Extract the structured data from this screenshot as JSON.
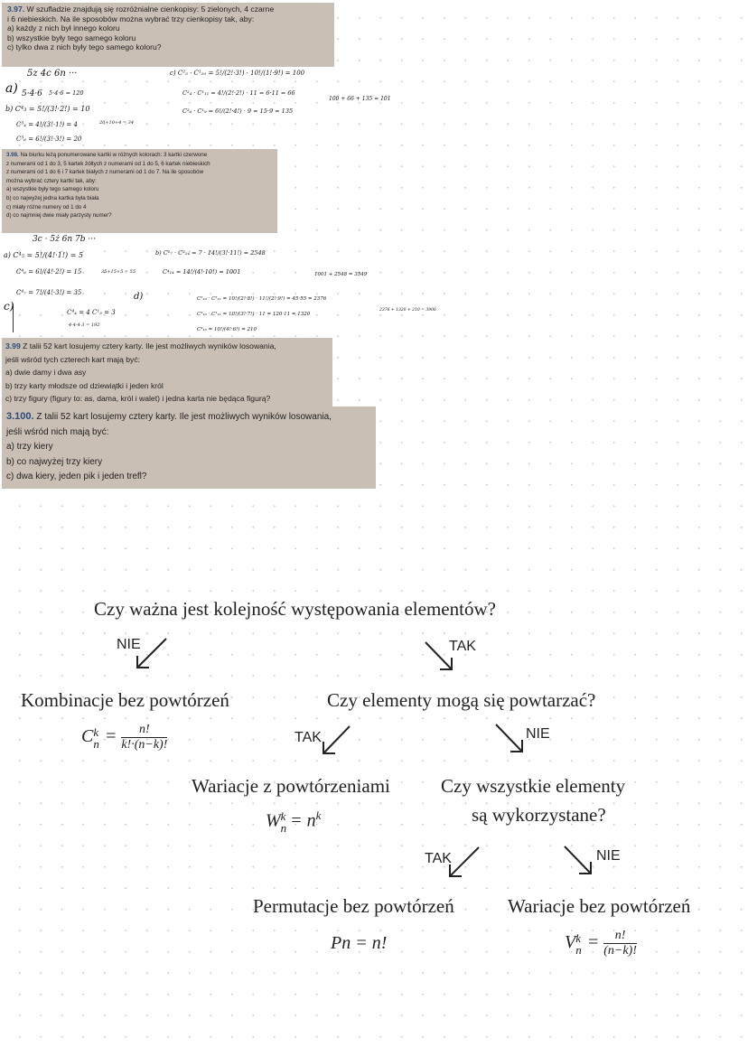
{
  "problems": {
    "p397": {
      "number": "3.97.",
      "lines": [
        "W szufladzie znajdują się rozróżnialne cienkopisy: 5 zielonych, 4 czarne",
        "i 6 niebieskich. Na ile sposobów można wybrać trzy cienkopisy tak, aby:",
        "a)  każdy z nich był innego koloru",
        "b)  wszystkie były tego samego koloru",
        "c)  tylko dwa z nich były tego samego koloru?"
      ]
    },
    "p398": {
      "number": "3.98.",
      "lines": [
        "Na biurku leżą ponumerowane kartki w różnych kolorach: 3 kartki czerwone",
        "z numerami od 1 do 3, 5 kartek żółtych z numerami od 1 do 5, 6 kartek niebieskich",
        "z numerami od 1 do 6 i 7 kartek białych z numerami od 1 do 7. Na ile sposobów",
        "można wybrać cztery kartki tak, aby:",
        "a)  wszystkie były tego samego koloru",
        "b)  co najwyżej jedna kartka była biała",
        "c)  miały różne numery od 1 do 4",
        "d)  co najmniej dwie miały parzysty numer?"
      ]
    },
    "p399": {
      "number": "3.99",
      "lines": [
        "Z talii 52 kart losujemy cztery karty. Ile jest możliwych wyników losowania,",
        "jeśli wśród tych czterech kart mają być:",
        "a)  dwie damy i dwa asy",
        "b)  trzy karty młodsze od dziewiątki i jeden król",
        "c)  trzy figury (figury to: as, dama, król i walet) i jedna karta nie będąca figurą?"
      ]
    },
    "p3100": {
      "number": "3.100.",
      "lines": [
        "Z talii 52 kart losujemy cztery karty. Ile jest możliwych wyników losowania,",
        "jeśli wśród nich mają być:",
        "a)  trzy kiery",
        "b)  co najwyżej trzy kiery",
        "c)  dwa kiery, jeden pik i jeden trefl?"
      ]
    }
  },
  "handwriting": {
    "h1_header": "5z    4c    6n     ···",
    "h1_a_label": "a)",
    "h1_a_expr": "5·4·6 = 120",
    "h1_a_sub": "5·4·6",
    "h1_b1": "b) C⁴₃ = 5!/(3!·2!) = 10",
    "h1_b2": "C³₄ = 4!/(3!·1!) = 4",
    "h1_b3": "C³₆ = 6!/(3!·3!) = 20",
    "h1_b_sum": "20+10+4 = 34",
    "h1_c1": "c) C²₅ · C¹₁₀ = 5!/(2!·3!) · 10!/(1!·9!) = 100",
    "h1_c2": "C²₄ · C¹₁₁ = 4!/(2!·2!) · 11 = 6·11 = 66",
    "h1_c3": "C²₆ · C¹₉ = 6!/(2!·4!) · 9 = 15·9 = 135",
    "h1_c_sum": "100 + 66 + 135 = 101",
    "h2_header": "3c  ·  5ż    6n    7b   ···",
    "h2_a1": "a) C⁴₅ = 5!/(4!·1!) = 5",
    "h2_a2": "C⁴₆ = 6!/(4!·2!) = 15",
    "h2_a3": "C⁴₇ = 7!/(4!·3!) = 35",
    "h2_a_sum": "35+15+5 = 55",
    "h2_b1": "b) C¹₇ · C³₁₄ = 7 · 14!/(3!·11!) = 2548",
    "h2_b2": "C⁴₁₄ = 14!/(4!·10!) = 1001",
    "h2_b_sum": "1001 + 2548 = 3549",
    "h2_c_label": "c)",
    "h2_c_mid": "C⁴₄ = 4    C¹₃ = 3",
    "h2_c_mid2": "4·4·4·3 = 192",
    "h2_d_label": "d)",
    "h2_d1": "C²₁₀ · C²₁₁ = 10!/(2!·8!) · 11!/(2!·9!) = 45·55 = 2376",
    "h2_d2": "C³₁₀ · C¹₁₁ = 10!/(3!·7!) · 11 = 120·11 = 1320",
    "h2_d3": "C⁴₁₀ = 10!/(4!·6!) = 210",
    "h2_d_sum": "2376 + 1320 + 210 = 3906"
  },
  "diagram": {
    "q1": "Czy ważna jest kolejność występowania elementów?",
    "nie1": "NIE",
    "tak1": "TAK",
    "kombinacje": "Kombinacje bez powtórzeń",
    "q2": "Czy elementy mogą się powtarzać?",
    "tak2": "TAK",
    "nie2": "NIE",
    "wariacje_z": "Wariacje z powtórzeniami",
    "q3a": "Czy wszystkie elementy",
    "q3b": "są wykorzystane?",
    "tak3": "TAK",
    "nie3": "NIE",
    "permutacje": "Permutacje bez powtórzeń",
    "wariacje_bez": "Wariacje bez powtórzeń",
    "f_komb_lhs": "C",
    "f_komb_sup": "k",
    "f_komb_sub": "n",
    "f_komb_num": "n!",
    "f_komb_den": "k!·(n−k)!",
    "f_war_z": "W",
    "f_war_z_rhs": "= n",
    "f_perm": "Pn = n!",
    "f_war_bez_num": "n!",
    "f_war_bez_den": "(n−k)!"
  }
}
